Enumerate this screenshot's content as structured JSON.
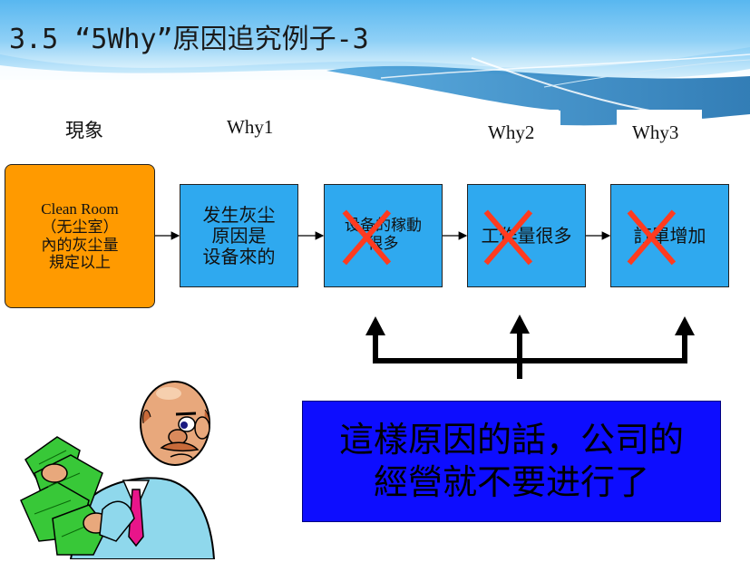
{
  "slide": {
    "title": "3.5 “5Why”原因追究例子-3"
  },
  "headers": {
    "phenomenon": "現象",
    "why1": "Why1",
    "why2": "Why2",
    "why3": "Why3"
  },
  "boxes": {
    "phenomenon": "Clean Room\n（无尘室）\n內的灰尘量\n規定以上",
    "why1": "发生灰尘\n原因是\n设备來的",
    "why2a": "设备的稼動\n很多",
    "why2b": "工作量很多",
    "why3": "訂單增加"
  },
  "banner": {
    "text": "這樣原因的話，公司的\n經營就不要进行了"
  },
  "colors": {
    "box_blue": "#2fa9ef",
    "box_orange": "#ff9a00",
    "cross_red": "#ff3b1f",
    "banner_blue": "#0d0dff"
  },
  "icons": {
    "crossed": "red-x-mark",
    "figure": "businessman-holding-money-clipart"
  }
}
